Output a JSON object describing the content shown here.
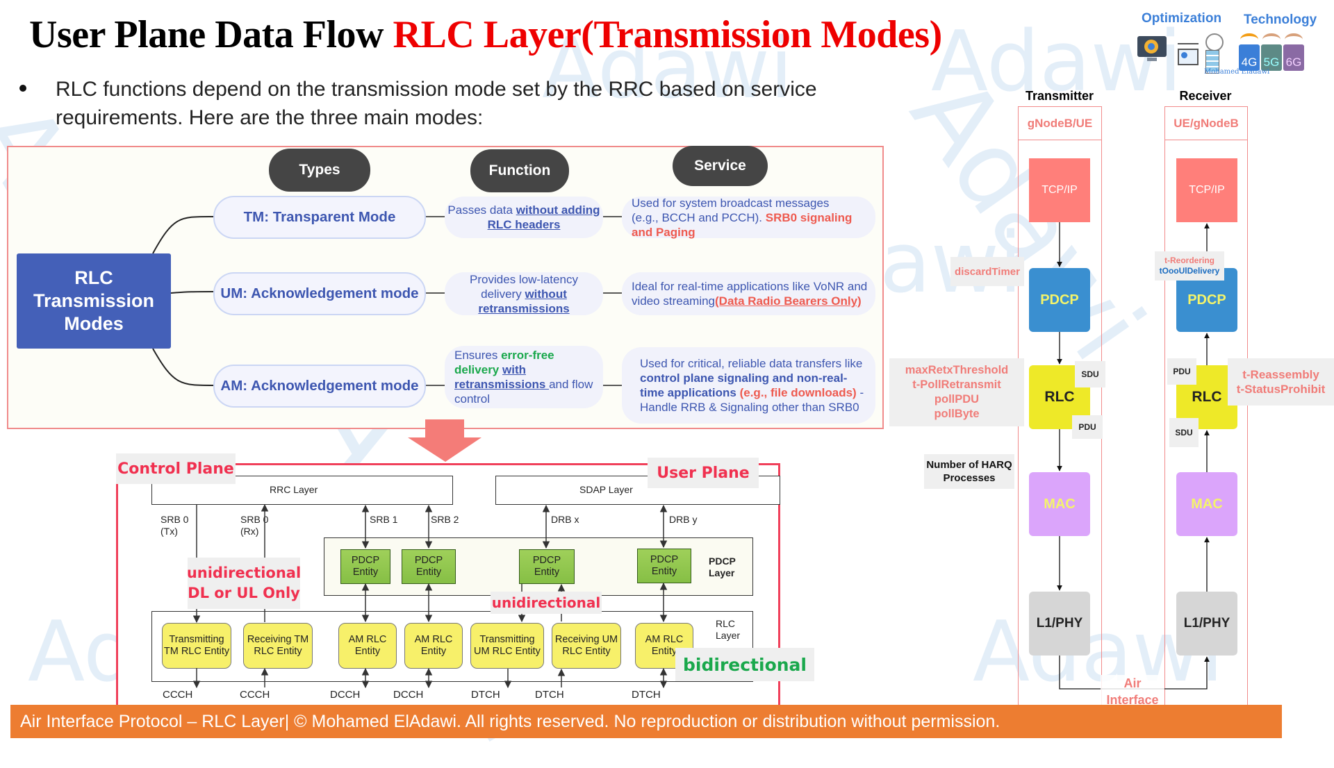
{
  "header": {
    "title_black": "User Plane Data Flow ",
    "title_red": "RLC Layer(Transmission Modes)",
    "bullet": "RLC functions depend on the transmission mode set by the RRC based on service requirements. Here are the three main modes:"
  },
  "logo": {
    "optimization_label": "Optimization",
    "technology_label": "Technology",
    "author": "Mohamed Eladawi",
    "tech_badges": [
      "4G",
      "5G",
      "6G"
    ],
    "icons": [
      "monitor-gear-icon",
      "analytics-dashboard-icon",
      "lightbulb-icon",
      "server-icon",
      "wifi-4g-icon",
      "wifi-5g-icon",
      "wifi-6g-icon"
    ]
  },
  "watermark": "Adawi",
  "modes_diagram": {
    "root": "RLC Transmission Modes",
    "headers": {
      "types": "Types",
      "function": "Function",
      "service": "Service"
    },
    "modes": [
      {
        "type": "TM: Transparent Mode",
        "function": [
          {
            "text": "Passes data ",
            "style": "plain"
          },
          {
            "text": "without adding RLC headers",
            "style": "underline"
          }
        ],
        "service": [
          {
            "text": "Used for system broadcast messages (e.g., BCCH and PCCH). ",
            "style": "plain"
          },
          {
            "text": "SRB0 signaling and Paging",
            "style": "red"
          }
        ]
      },
      {
        "type": "UM: Acknowledgement mode",
        "function": [
          {
            "text": "Provides low-latency delivery ",
            "style": "plain"
          },
          {
            "text": "without retransmissions",
            "style": "underline"
          }
        ],
        "service": [
          {
            "text": "Ideal for real-time applications like VoNR and video streaming",
            "style": "plain"
          },
          {
            "text": "(Data Radio Bearers Only)",
            "style": "red-underline"
          }
        ]
      },
      {
        "type": "AM: Acknowledgement mode",
        "function": [
          {
            "text": "Ensures ",
            "style": "plain"
          },
          {
            "text": "error-free delivery ",
            "style": "green"
          },
          {
            "text": "with retransmissions ",
            "style": "underline"
          },
          {
            "text": "and flow control",
            "style": "plain"
          }
        ],
        "service": [
          {
            "text": "Used for critical, reliable data transfers like ",
            "style": "plain"
          },
          {
            "text": "control plane signaling and non-real-time applications ",
            "style": "bold"
          },
          {
            "text": "(e.g., file downloads)",
            "style": "red"
          },
          {
            "text": " - Handle RRB & Signaling other than SRB0",
            "style": "plain"
          }
        ]
      }
    ]
  },
  "bearer_diagram": {
    "control_plane_label": "Control Plane",
    "user_plane_label": "User Plane",
    "rrc_layer": "RRC Layer",
    "sdap_layer": "SDAP Layer",
    "pdcp_layer": "PDCP Layer",
    "rlc_layer": "RLC Layer",
    "bearers": {
      "srb0_tx": "SRB 0\n(Tx)",
      "srb0_rx": "SRB 0\n(Rx)",
      "srb1": "SRB 1",
      "srb2": "SRB 2",
      "drbx": "DRB x",
      "drby": "DRB y"
    },
    "pdcp_entity": "PDCP Entity",
    "rlc_entities": [
      "Transmitting TM RLC Entity",
      "Receiving TM RLC Entity",
      "AM RLC Entity",
      "AM RLC Entity",
      "Transmitting UM RLC Entity",
      "Receiving UM RLC Entity",
      "AM RLC Entity"
    ],
    "channels": [
      "CCCH",
      "CCCH",
      "DCCH",
      "DCCH",
      "DTCH",
      "DTCH",
      "DTCH"
    ],
    "notes": {
      "tm": "unidirectional DL or UL Only",
      "um": "unidirectional",
      "am": "bidirectional"
    }
  },
  "stack_diagram": {
    "transmitter": {
      "title": "Transmitter",
      "node": "gNodeB/UE",
      "layers": [
        "TCP/IP",
        "PDCP",
        "RLC",
        "MAC",
        "L1/PHY"
      ],
      "rlc_in": "SDU",
      "rlc_out": "PDU"
    },
    "receiver": {
      "title": "Receiver",
      "node": "UE/gNodeB",
      "layers": [
        "TCP/IP",
        "PDCP",
        "RLC",
        "MAC",
        "L1/PHY"
      ],
      "rlc_in": "SDU",
      "rlc_out": "PDU"
    },
    "params": {
      "pdcp_tx": "discardTimer",
      "pdcp_rx_1": "t-Reordering",
      "pdcp_rx_2": "tOooUlDelivery",
      "rlc_tx": [
        "maxRetxThreshold",
        "t-PollRetransmit",
        "pollPDU",
        "pollByte"
      ],
      "rlc_rx": [
        "t-Reassembly",
        "t-StatusProhibit"
      ],
      "mac_tx": "Number of HARQ Processes"
    },
    "air_interface": "Air Interface"
  },
  "colors": {
    "title_red": "#ee0000",
    "accent_blue": "#4460b8",
    "footer_orange": "#ed7d31",
    "tcpip": "#ff7f7a",
    "pdcp": "#3a8fd0",
    "rlc": "#eee928",
    "mac": "#dba5fb",
    "phy": "#d6d6d6"
  },
  "footer": {
    "text": "Air Interface Protocol – RLC Layer| © Mohamed ElAdawi. All rights reserved. No reproduction or distribution without permission."
  }
}
